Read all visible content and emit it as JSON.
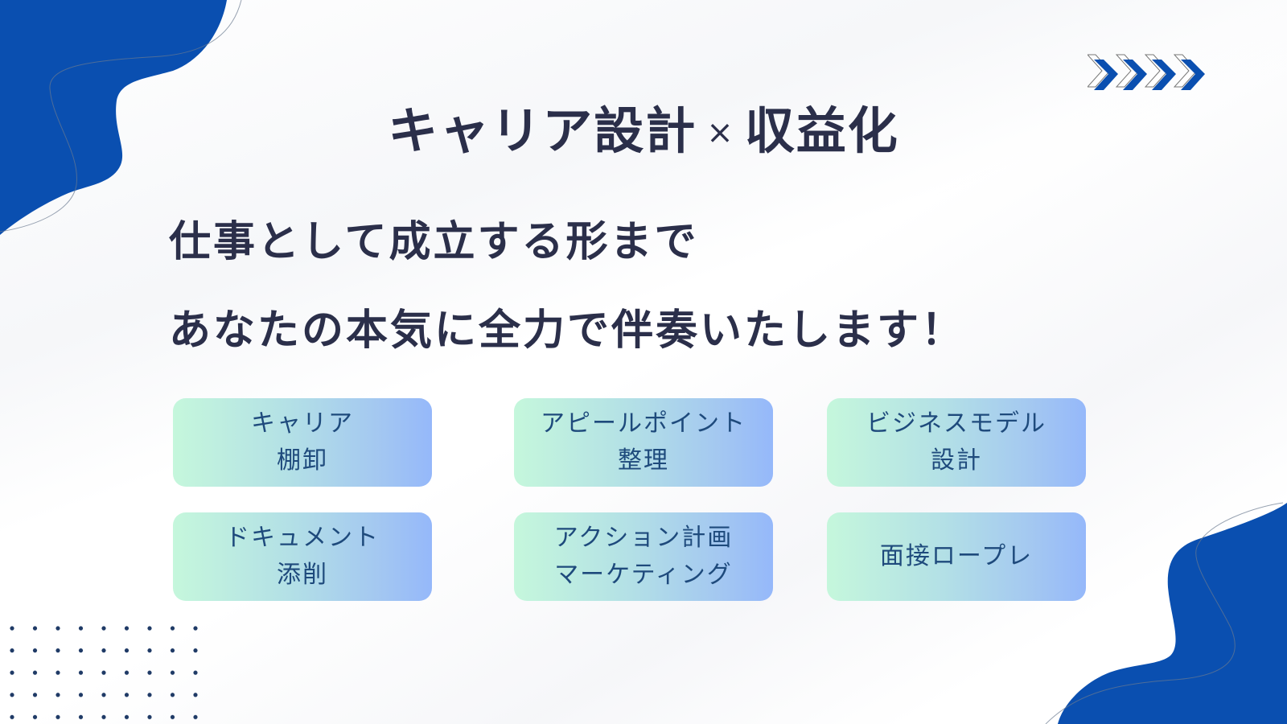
{
  "title": {
    "left": "キャリア設計",
    "separator": "×",
    "right": "収益化"
  },
  "headline": {
    "line1": "仕事として成立する形まで",
    "line2": "あなたの本気に全力で伴奏いたします！"
  },
  "cards": [
    {
      "line1": "キャリア",
      "line2": "棚卸"
    },
    {
      "line1": "アピールポイント",
      "line2": "整理"
    },
    {
      "line1": "ビジネスモデル",
      "line2": "設計"
    },
    {
      "line1": "ドキュメント",
      "line2": "添削"
    },
    {
      "line1": "アクション計画",
      "line2": "マーケティング"
    },
    {
      "line1": "面接ロープレ",
      "line2": ""
    }
  ],
  "colors": {
    "brand_blue": "#0a4fb0",
    "text_dark": "#2b2f4a",
    "card_text": "#1e4a7c",
    "card_gradient_start": "#c5f7dc",
    "card_gradient_end": "#95b8fa",
    "dot_color": "#1f3a66"
  },
  "decor": {
    "chevron_count": 4,
    "dot_grid": {
      "cols": 9,
      "rows": 5
    }
  }
}
